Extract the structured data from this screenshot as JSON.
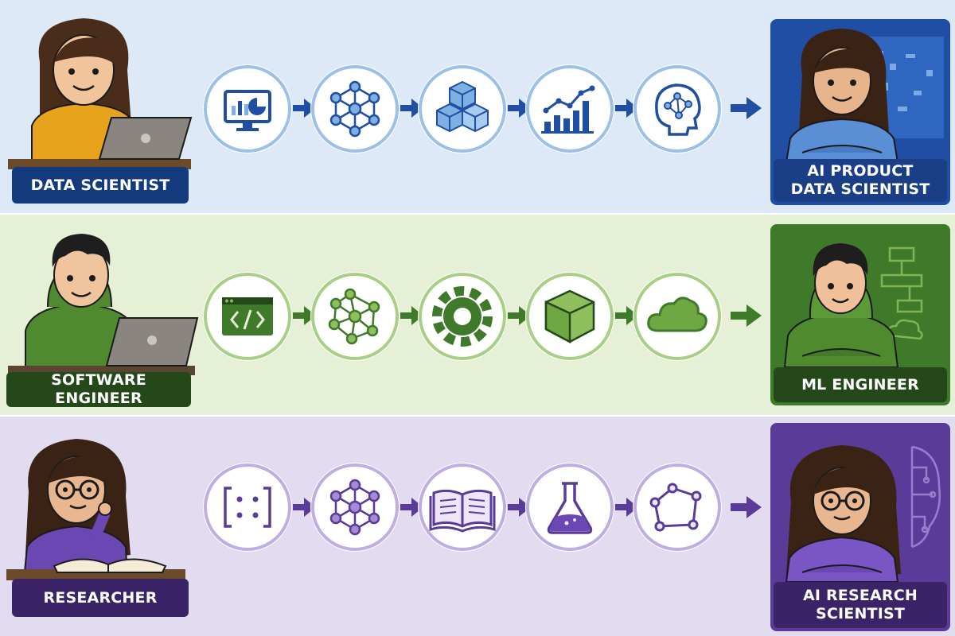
{
  "rows": [
    {
      "from_label": "DATA SCIENTIST",
      "to_label_lines": [
        "AI PRODUCT",
        "DATA SCIENTIST"
      ],
      "icons": [
        "dashboard-monitor-icon",
        "neural-network-icon",
        "cubes-icon",
        "growth-chart-icon",
        "brain-network-icon"
      ],
      "colors": {
        "bg": "#dde9f7",
        "accent": "#1f4ea3",
        "dark": "#143a7e",
        "light": "#7fb0e3",
        "circle_border": "#9cc0e8"
      }
    },
    {
      "from_label": "SOFTWARE ENGINEER",
      "to_label_lines": [
        "ML ENGINEER"
      ],
      "icons": [
        "code-window-icon",
        "network-graph-icon",
        "gear-icon",
        "cube-icon",
        "cloud-icon"
      ],
      "colors": {
        "bg": "#e6f0d7",
        "accent": "#3f7a2b",
        "dark": "#24481a",
        "light": "#8fbf5c",
        "circle_border": "#a9cf86"
      }
    },
    {
      "from_label": "RESEARCHER",
      "to_label_lines": [
        "AI RESEARCH",
        "SCIENTIST"
      ],
      "icons": [
        "matrix-brackets-icon",
        "neural-network-icon",
        "open-book-icon",
        "flask-icon",
        "polygon-graph-icon"
      ],
      "colors": {
        "bg": "#e3dcf0",
        "accent": "#5b3b9a",
        "dark": "#3a2366",
        "light": "#a68ad6",
        "circle_border": "#bfaee2"
      }
    }
  ]
}
